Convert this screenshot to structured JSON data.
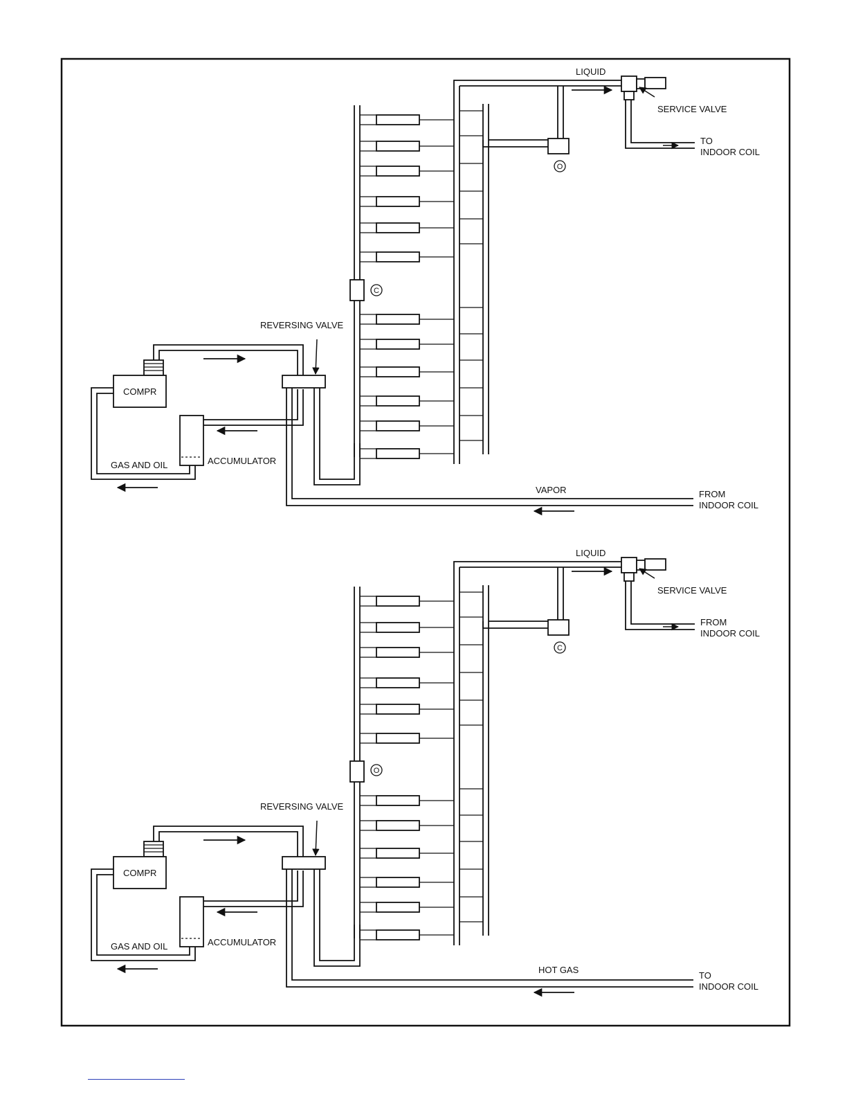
{
  "colors": {
    "line": "#111111",
    "footer_rule": "#2b3fb8"
  },
  "diagrams": [
    {
      "mode": "cooling",
      "labels": {
        "liquid": "LIQUID",
        "service_valve": "SERVICE VALVE",
        "outlet_line1": "TO",
        "outlet_line2": "INDOOR COIL",
        "reversing_valve": "REVERSING VALVE",
        "compressor": "COMPR",
        "accumulator": "ACCUMULATOR",
        "gas_and_oil": "GAS AND OIL",
        "return_line": "VAPOR",
        "inlet_line1": "FROM",
        "inlet_line2": "INDOOR COIL",
        "check_valve_top": "O",
        "check_valve_mid": "C"
      }
    },
    {
      "mode": "heating",
      "labels": {
        "liquid": "LIQUID",
        "service_valve": "SERVICE VALVE",
        "outlet_line1": "FROM",
        "outlet_line2": "INDOOR COIL",
        "reversing_valve": "REVERSING VALVE",
        "compressor": "COMPR",
        "accumulator": "ACCUMULATOR",
        "gas_and_oil": "GAS AND OIL",
        "return_line": "HOT GAS",
        "inlet_line1": "TO",
        "inlet_line2": "INDOOR COIL",
        "check_valve_top": "C",
        "check_valve_mid": "O"
      }
    }
  ]
}
